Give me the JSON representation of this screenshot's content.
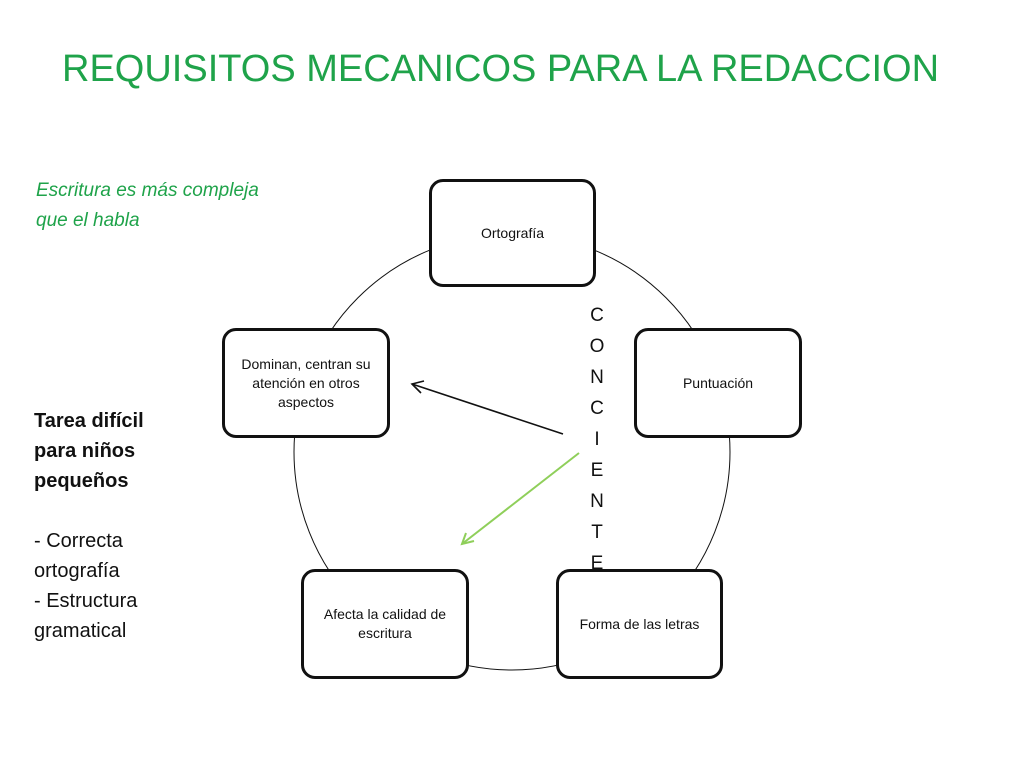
{
  "title": "REQUISITOS MECANICOS PARA LA REDACCION",
  "subtitle": [
    "Escritura es más compleja",
    "que el habla"
  ],
  "side": {
    "heading": [
      "Tarea difícil",
      "para niños",
      "pequeños"
    ],
    "items": [
      "- Correcta",
      "ortografía",
      "- Estructura",
      "gramatical"
    ]
  },
  "nodes": {
    "ortografia": "Ortografía",
    "puntuacion": "Puntuación",
    "forma": "Forma de las letras",
    "afecta": "Afecta la calidad de escritura",
    "dominan": "Dominan, centran su atención en otros aspectos"
  },
  "vertical_word": [
    "C",
    "O",
    "N",
    "C",
    "I",
    "E",
    "N",
    "T",
    "E"
  ],
  "colors": {
    "accent_green": "#1fa34a",
    "arrow_green": "#8fcf5a",
    "stroke": "#111111"
  }
}
